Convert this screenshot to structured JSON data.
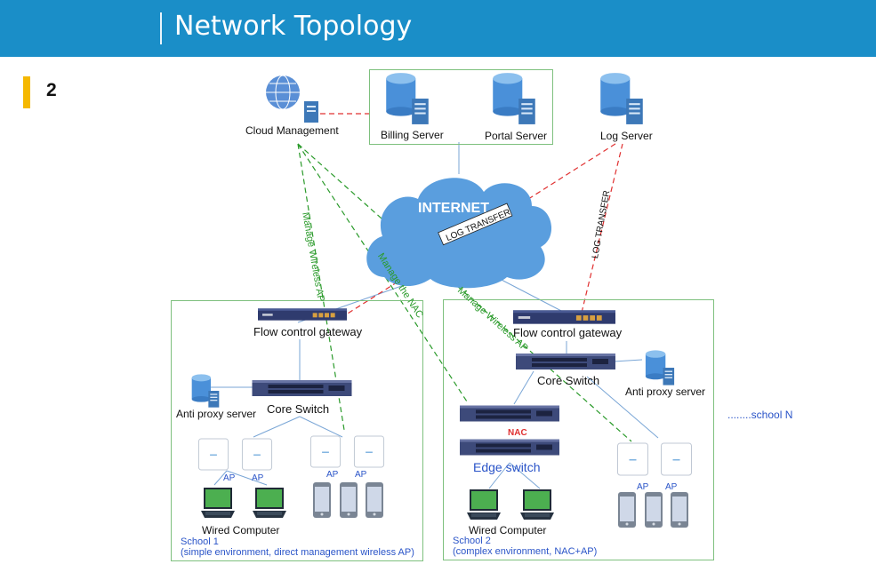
{
  "header": {
    "title": "Network Topology"
  },
  "slide_number": "2",
  "top": {
    "cloud_management": "Cloud Management",
    "billing_server": "Billing Server",
    "portal_server": "Portal Server",
    "log_server": "Log Server",
    "internet": "INTERNET",
    "log_transfer": "LOG TRANSFER"
  },
  "links": {
    "manage_wireless_ap": "Manage Wireless AP",
    "manage_nac": "Manage the NAC"
  },
  "school1": {
    "gateway": "Flow control gateway",
    "core_switch": "Core Switch",
    "anti_proxy": "Anti proxy server",
    "ap": "AP",
    "wired_computer": "Wired Computer",
    "name": "School 1",
    "description": "(simple environment, direct management wireless AP)"
  },
  "school2": {
    "gateway": "Flow control gateway",
    "core_switch": "Core Switch",
    "anti_proxy": "Anti proxy server",
    "nac": "NAC",
    "edge_switch": "Edge switch",
    "ap": "AP",
    "wired_computer": "Wired Computer",
    "name": "School 2",
    "description": "(complex environment, NAC+AP)"
  },
  "school_n": "........school N",
  "colors": {
    "header": "#1a8ec8",
    "accent": "#f5b800",
    "manage": "#2a9a2a",
    "log": "#e03030",
    "link": "#7aa6d6",
    "cloud": "#5a9ede"
  },
  "icons": [
    "globe-icon",
    "database-server-icon",
    "cloud-icon",
    "gateway-icon",
    "switch-icon",
    "access-point-icon",
    "laptop-icon",
    "phone-icon"
  ]
}
